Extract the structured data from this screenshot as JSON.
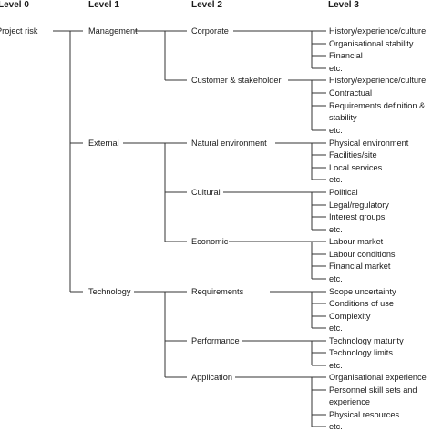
{
  "headers": [
    "Level 0",
    "Level 1",
    "Level 2",
    "Level 3"
  ],
  "root": "Project risk",
  "level1": [
    "Management",
    "External",
    "Technology"
  ],
  "level2": [
    "Corporate",
    "Customer & stakeholder",
    "Natural environment",
    "Cultural",
    "Economic",
    "Requirements",
    "Performance",
    "Application"
  ],
  "level3": [
    "History/experience/culture",
    "Organisational stability",
    "Financial",
    "etc.",
    "History/experience/culture",
    "Contractual",
    "Requirements definition &",
    "stability",
    "etc.",
    "Physical environment",
    "Facilities/site",
    "Local services",
    "etc.",
    "Political",
    "Legal/regulatory",
    "Interest groups",
    "etc.",
    "Labour market",
    "Labour conditions",
    "Financial market",
    "etc.",
    "Scope uncertainty",
    "Conditions of use",
    "Complexity",
    "etc.",
    "Technology maturity",
    "Technology limits",
    "etc.",
    "Organisational experience",
    "Personnel skill sets and",
    "experience",
    "Physical resources",
    "etc."
  ]
}
